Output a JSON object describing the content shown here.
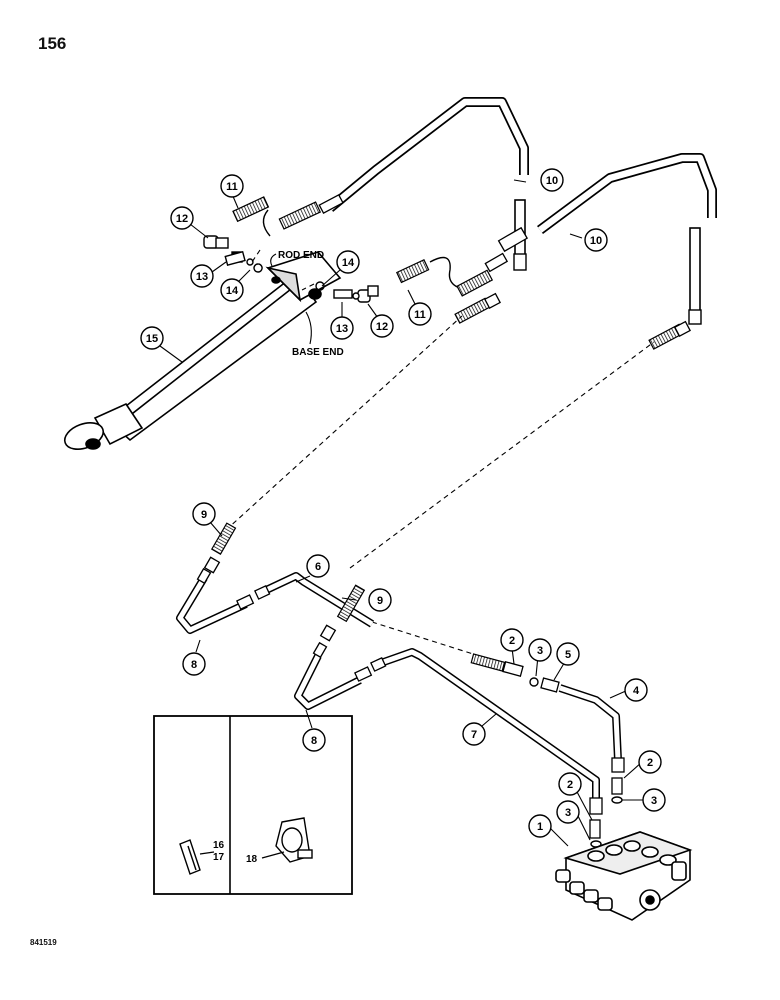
{
  "page_number": "156",
  "drawing_code": "841519",
  "labels": {
    "rod_end": "ROD END",
    "base_end": "BASE END"
  },
  "callouts": {
    "c1": "1",
    "c2a": "2",
    "c2b": "2",
    "c2c": "2",
    "c3a": "3",
    "c3b": "3",
    "c3c": "3",
    "c4": "4",
    "c5": "5",
    "c6": "6",
    "c7": "7",
    "c8a": "8",
    "c8b": "8",
    "c9a": "9",
    "c9b": "9",
    "c10a": "10",
    "c10b": "10",
    "c11a": "11",
    "c11b": "11",
    "c12a": "12",
    "c12b": "12",
    "c13a": "13",
    "c13b": "13",
    "c14a": "14",
    "c14b": "14",
    "c15": "15"
  },
  "inset": {
    "clamp_numbers": [
      "16",
      "17"
    ],
    "bracket_number": "18"
  }
}
